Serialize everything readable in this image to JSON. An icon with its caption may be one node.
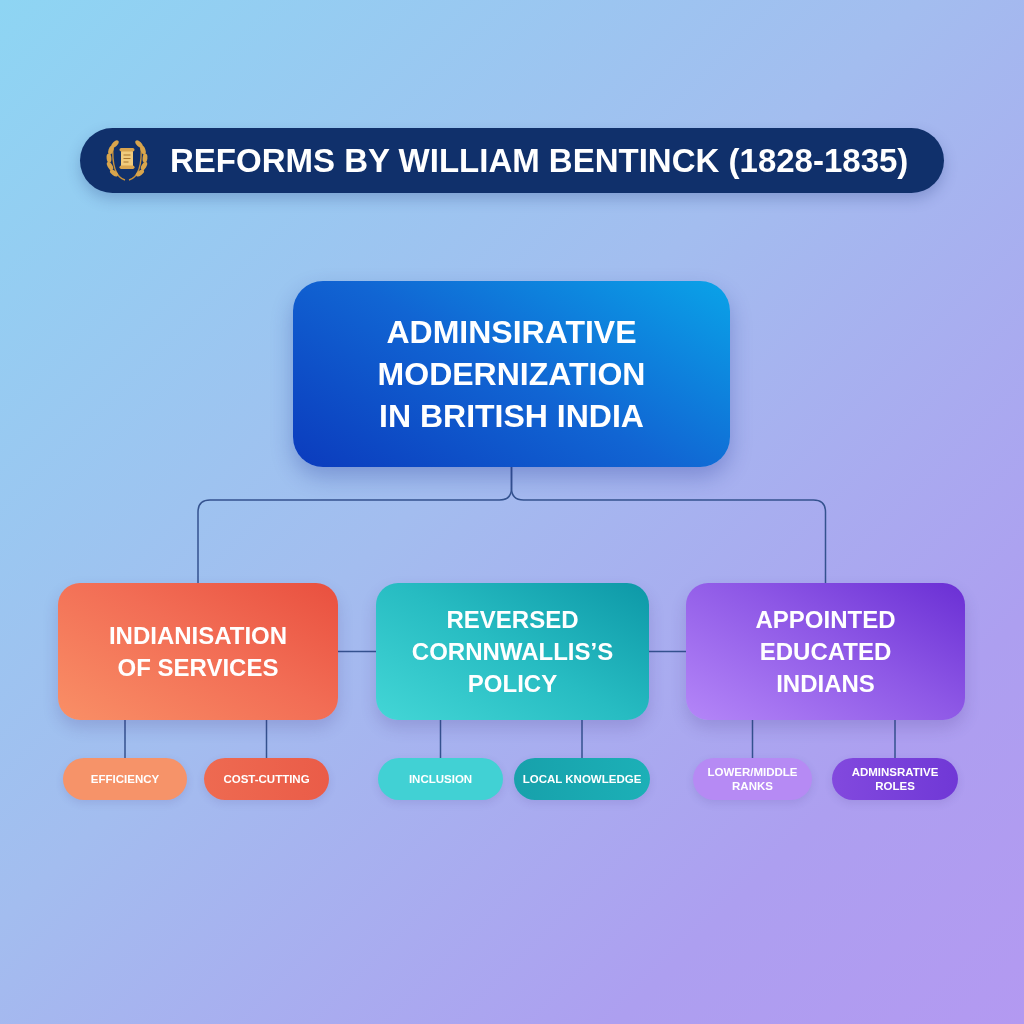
{
  "diagram": {
    "title": "REFORMS BY WILLIAM BENTINCK (1828-1835)",
    "nodes": [
      {
        "text": [
          "ADMINSIRATIVE MODERNIZATION IN BRITISH INDIA"
        ]
      },
      {
        "text": [
          "INDIANISATION OF SERVICES"
        ]
      },
      {
        "text": [
          "REVERSED CORNNWALLIS’S POLICY"
        ]
      },
      {
        "text": [
          "APPOINTED EDUCATED INDIANS"
        ]
      },
      {
        "text": [
          "EFFICIENCY"
        ]
      },
      {
        "text": [
          "COST-CUTTING"
        ]
      },
      {
        "text": [
          "INCLUSION"
        ]
      },
      {
        "text": [
          "LOCAL KNOWLEDGE"
        ]
      },
      {
        "text": [
          "LOWER/MIDDLE RANKS"
        ]
      },
      {
        "text": [
          "ADMINSRATIVE ROLES"
        ]
      }
    ],
    "edges": [
      {
        "from": 0,
        "to": 1,
        "arrow": "none"
      },
      {
        "from": 0,
        "to": 3,
        "arrow": "none"
      },
      {
        "from": 1,
        "to": 2,
        "arrow": "none"
      },
      {
        "from": 2,
        "to": 3,
        "arrow": "none"
      },
      {
        "from": 1,
        "to": 4,
        "arrow": "none"
      },
      {
        "from": 1,
        "to": 5,
        "arrow": "none"
      },
      {
        "from": 2,
        "to": 6,
        "arrow": "none"
      },
      {
        "from": 2,
        "to": 7,
        "arrow": "none"
      },
      {
        "from": 3,
        "to": 8,
        "arrow": "none"
      },
      {
        "from": 3,
        "to": 9,
        "arrow": "none"
      }
    ]
  }
}
